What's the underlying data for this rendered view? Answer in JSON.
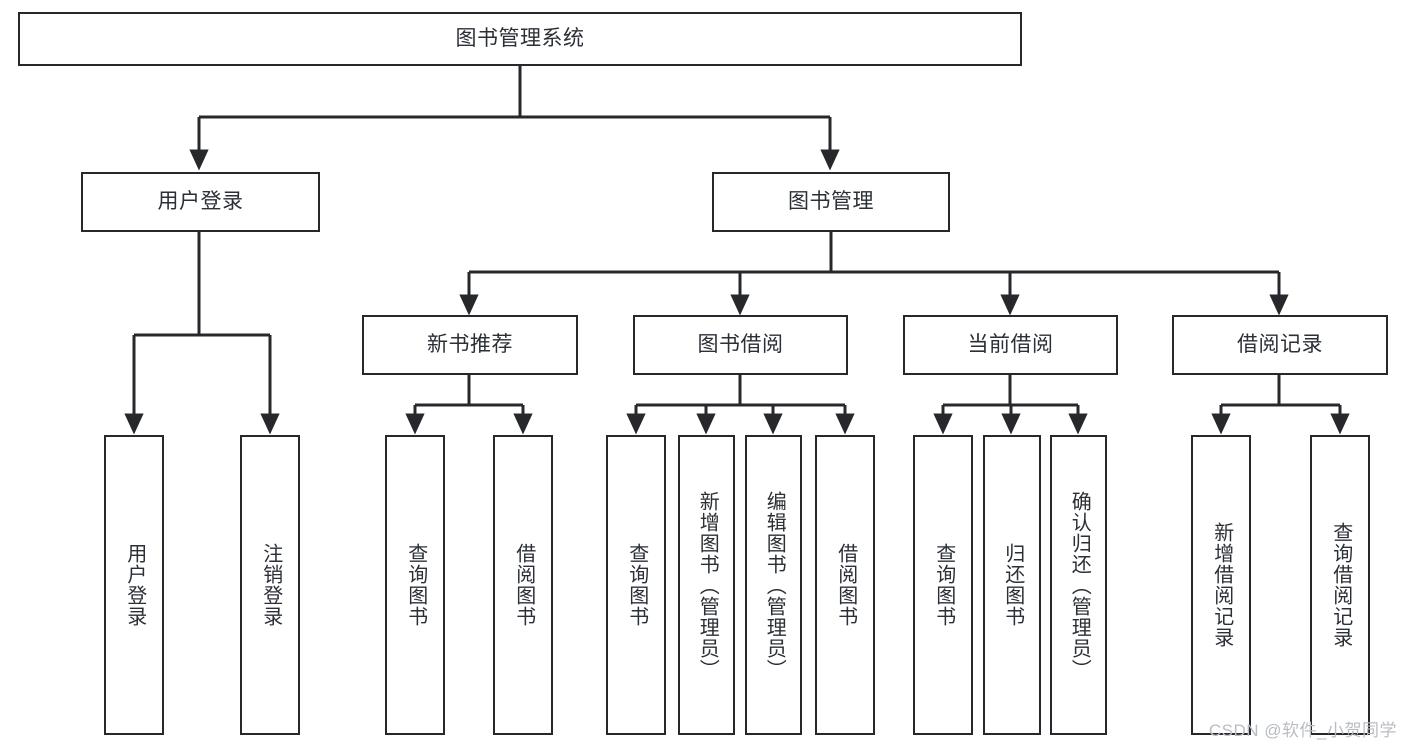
{
  "diagram": {
    "title": "图书管理系统",
    "type": "tree-hierarchy-chart",
    "watermark": "CSDN @软件_小贺同学",
    "colors": {
      "background": "#ffffff",
      "border": "#26282b",
      "text": "#2b2f36",
      "watermark": "#b9bcc2"
    },
    "root": {
      "label": "图书管理系统"
    },
    "level1": [
      {
        "label": "用户登录"
      },
      {
        "label": "图书管理"
      }
    ],
    "level2": [
      {
        "label": "新书推荐"
      },
      {
        "label": "图书借阅"
      },
      {
        "label": "当前借阅"
      },
      {
        "label": "借阅记录"
      }
    ],
    "leaves": {
      "user_login": [
        {
          "label": "用户登录"
        },
        {
          "label": "注销登录"
        }
      ],
      "new_book_recommend": [
        {
          "label": "查询图书"
        },
        {
          "label": "借阅图书"
        }
      ],
      "book_borrow": [
        {
          "label": "查询图书"
        },
        {
          "label": "新增图书（管理员）"
        },
        {
          "label": "编辑图书（管理员）"
        },
        {
          "label": "借阅图书"
        }
      ],
      "current_borrow": [
        {
          "label": "查询图书"
        },
        {
          "label": "归还图书"
        },
        {
          "label": "确认归还（管理员）"
        }
      ],
      "borrow_record": [
        {
          "label": "新增借阅记录"
        },
        {
          "label": "查询借阅记录"
        }
      ]
    }
  }
}
